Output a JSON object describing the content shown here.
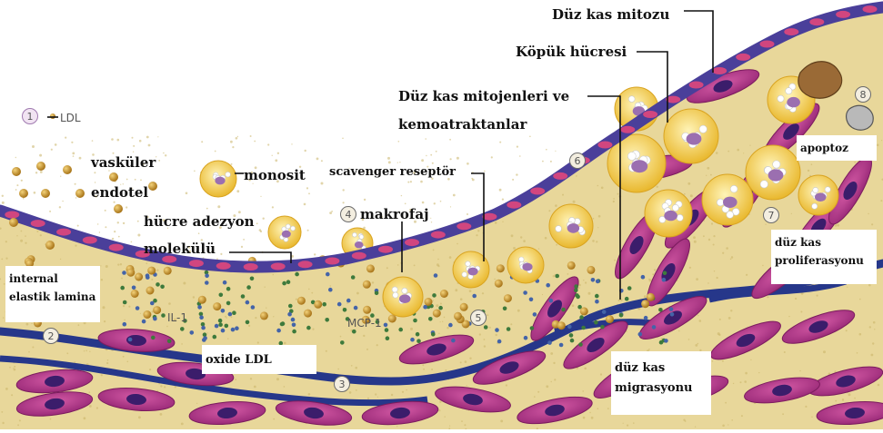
{
  "steps": [
    "1",
    "2",
    "3",
    "4",
    "5",
    "6",
    "7",
    "8"
  ],
  "labels": {
    "ldl": "LDL",
    "vaskuler": "vasküler",
    "endotel": "endotel",
    "monosit": "monosit",
    "adezyon_1": "hücre adezyon",
    "adezyon_2": "molekülü",
    "internal_1": "internal",
    "internal_2": "elastik lamina",
    "il1": "IL-1",
    "oxide_ldl": "oxide LDL",
    "makrofaj": "makrofaj",
    "mcp1": "MCP-1",
    "scavenger": "scavenger reseptör",
    "mitojen_1": "Düz kas mitojenleri ve",
    "mitojen_2": "kemoatraktanlar",
    "kopuk": "Köpük hücresi",
    "mitozu": "Düz kas mitozu",
    "apoptoz": "apoptoz",
    "prolif_1": "düz kas",
    "prolif_2": "proliferasyonu",
    "migr_1": "düz kas",
    "migr_2": "migrasyonu"
  },
  "colors": {
    "tissue": "#e8d79a",
    "endothelium": "#4a3f9a",
    "lamina": "#26378a",
    "smooth_muscle": "#b23a8c",
    "nucleus": "#3b1d6b",
    "ldl": "#c8962a",
    "foam": "#f2c84a",
    "dot_green": "#3e7a3c",
    "dot_blue": "#4464a8"
  }
}
